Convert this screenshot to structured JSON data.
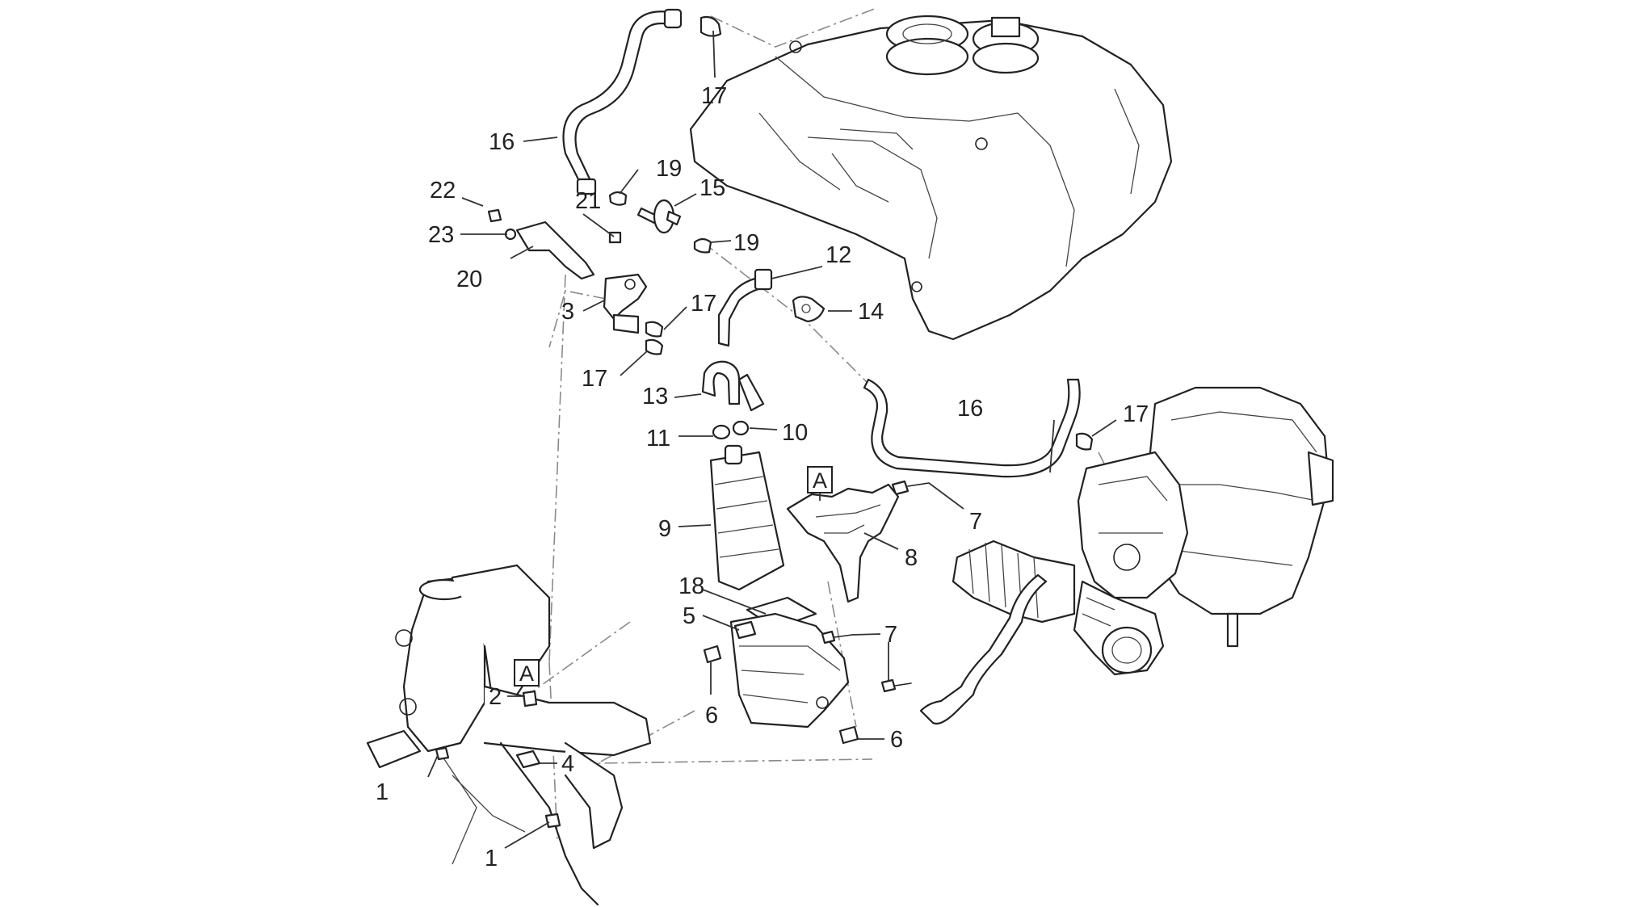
{
  "callouts": {
    "c1a": "1",
    "c1b": "1",
    "c2": "2",
    "c3": "3",
    "c4": "4",
    "c5": "5",
    "c6a": "6",
    "c6b": "6",
    "c7a": "7",
    "c7b": "7",
    "c8": "8",
    "c9": "9",
    "c10": "10",
    "c11": "11",
    "c12": "12",
    "c13": "13",
    "c14": "14",
    "c15": "15",
    "c16a": "16",
    "c16b": "16",
    "c17a": "17",
    "c17b": "17",
    "c17c": "17",
    "c17d": "17",
    "c18": "18",
    "c19a": "19",
    "c19b": "19",
    "c20": "20",
    "c21": "21",
    "c22": "22",
    "c23": "23"
  },
  "ref_labels": {
    "a_top": "A",
    "a_frame": "A"
  }
}
